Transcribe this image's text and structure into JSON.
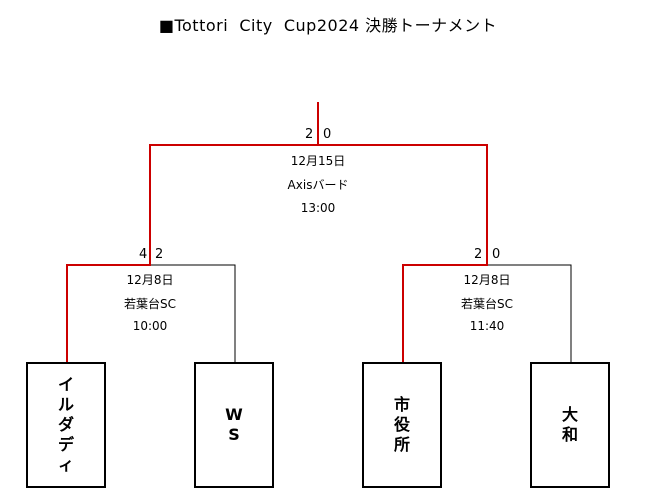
{
  "title": "■Tottori  City  Cup2024 決勝トーナメント",
  "final": {
    "score_left": "2",
    "score_right": "0",
    "date": "12月15日",
    "venue": "Axisバード",
    "time": "13:00"
  },
  "semi_left": {
    "score_left": "4",
    "score_right": "2",
    "date": "12月8日",
    "venue": "若葉台SC",
    "time": "10:00"
  },
  "semi_right": {
    "score_left": "2",
    "score_right": "0",
    "date": "12月8日",
    "venue": "若葉台SC",
    "time": "11:40"
  },
  "teams": [
    "イルダディ",
    "WS",
    "市役所",
    "大和"
  ],
  "colors": {
    "winner_line": "#cc0000",
    "line": "#000000"
  }
}
